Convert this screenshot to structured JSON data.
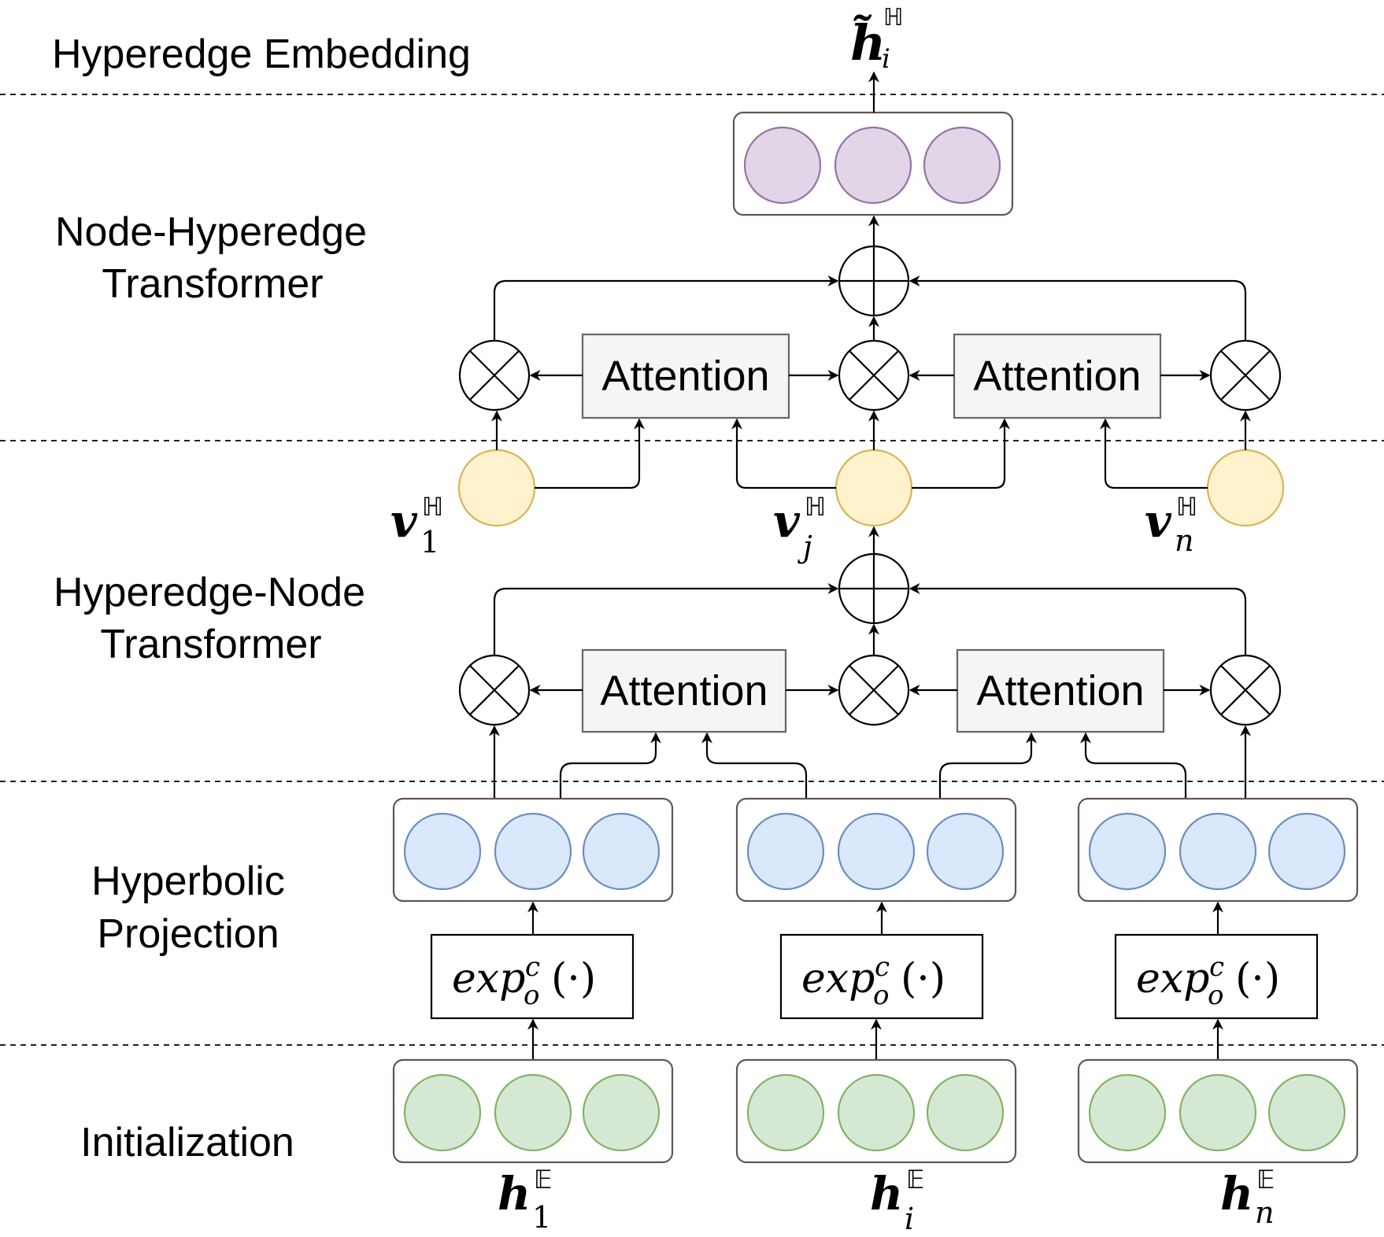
{
  "sections": {
    "hyperedge_embedding": "Hyperedge Embedding",
    "node_hyperedge_1": "Node-Hyperedge",
    "node_hyperedge_2": "Transformer",
    "hyperedge_node_1": "Hyperedge-Node",
    "hyperedge_node_2": "Transformer",
    "hyperbolic_1": "Hyperbolic",
    "hyperbolic_2": "Projection",
    "initialization": "Initialization"
  },
  "attention_label": "Attention",
  "expmap": {
    "base": "exp",
    "superscript": "c",
    "subscript": "o",
    "arg": "(·)"
  },
  "math_labels": {
    "output": {
      "base": "h̃",
      "sup": "ℍ",
      "sub": "i"
    },
    "v1": {
      "base": "v",
      "sup": "ℍ",
      "sub": "1"
    },
    "vj": {
      "base": "v",
      "sup": "ℍ",
      "sub": "j"
    },
    "vn": {
      "base": "v",
      "sup": "ℍ",
      "sub": "n"
    },
    "h1": {
      "base": "h",
      "sup": "𝔼",
      "sub": "1"
    },
    "hi": {
      "base": "h",
      "sup": "𝔼",
      "sub": "i"
    },
    "hn": {
      "base": "h",
      "sup": "𝔼",
      "sub": "n"
    }
  },
  "colors": {
    "purple_fill": "#e1d5e7",
    "purple_stroke": "#9673a6",
    "yellow_fill": "#fff2cc",
    "yellow_stroke": "#d6b656",
    "blue_fill": "#dae8fc",
    "blue_stroke": "#6c8ebf",
    "green_fill": "#d5e8d4",
    "green_stroke": "#82b366",
    "attention_fill": "#f5f5f5",
    "attention_stroke": "#666666",
    "group_stroke": "#645454"
  }
}
